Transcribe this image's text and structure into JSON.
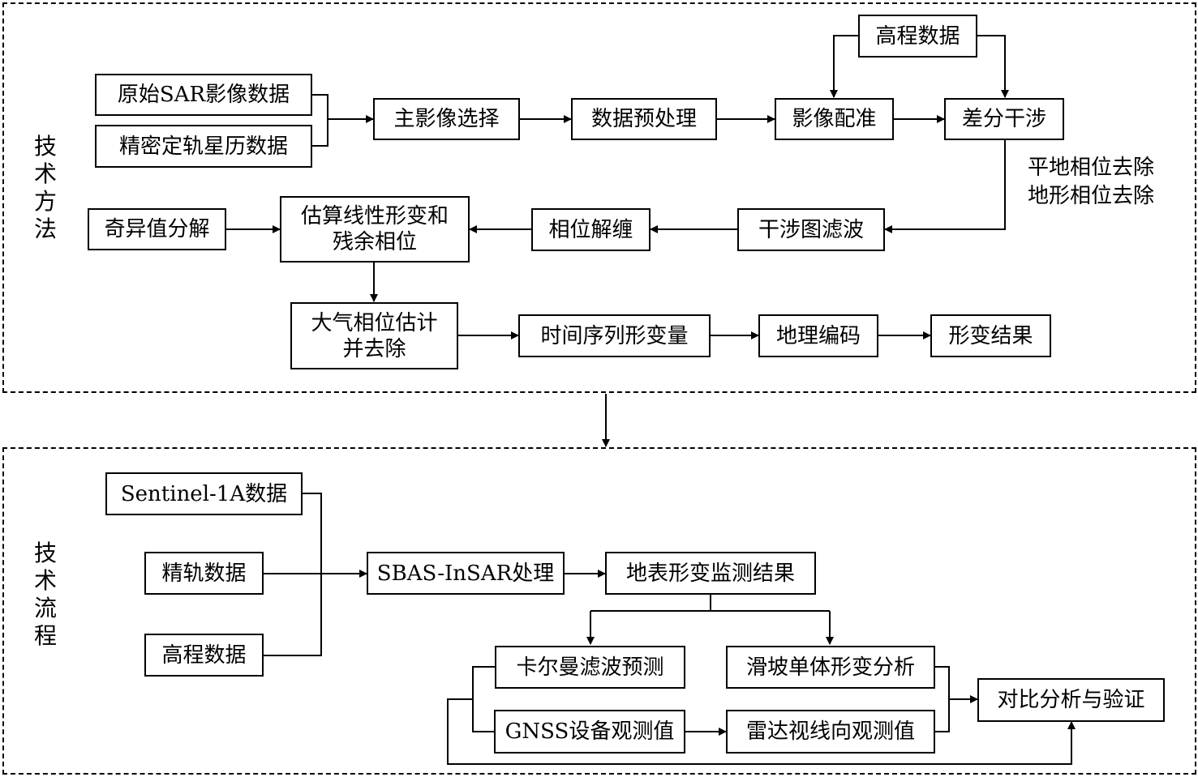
{
  "method_label": "技术方法",
  "flow_label": "技术流程",
  "method": {
    "raw_sar": "原始SAR影像数据",
    "precise_orbit": "精密定轨星历数据",
    "master_select": "主影像选择",
    "preprocess": "数据预处理",
    "elevation": "高程数据",
    "coregistration": "影像配准",
    "interferometry": "差分干涉",
    "flat_phase": "平地相位去除",
    "topo_phase": "地形相位去除",
    "filtering": "干涉图滤波",
    "unwrapping": "相位解缠",
    "estimate_line1": "估算线性形变和",
    "estimate_line2": "残余相位",
    "svd": "奇异值分解",
    "atmo_line1": "大气相位估计",
    "atmo_line2": "并去除",
    "timeseries": "时间序列形变量",
    "geocoding": "地理编码",
    "result": "形变结果"
  },
  "flow": {
    "sentinel": "Sentinel-1A数据",
    "orbit": "精轨数据",
    "elevation": "高程数据",
    "sbas": "SBAS-InSAR处理",
    "monitor": "地表形变监测结果",
    "kalman": "卡尔曼滤波预测",
    "landslide": "滑坡单体形变分析",
    "gnss": "GNSS设备观测值",
    "radar_los": "雷达视线向观测值",
    "compare": "对比分析与验证"
  }
}
